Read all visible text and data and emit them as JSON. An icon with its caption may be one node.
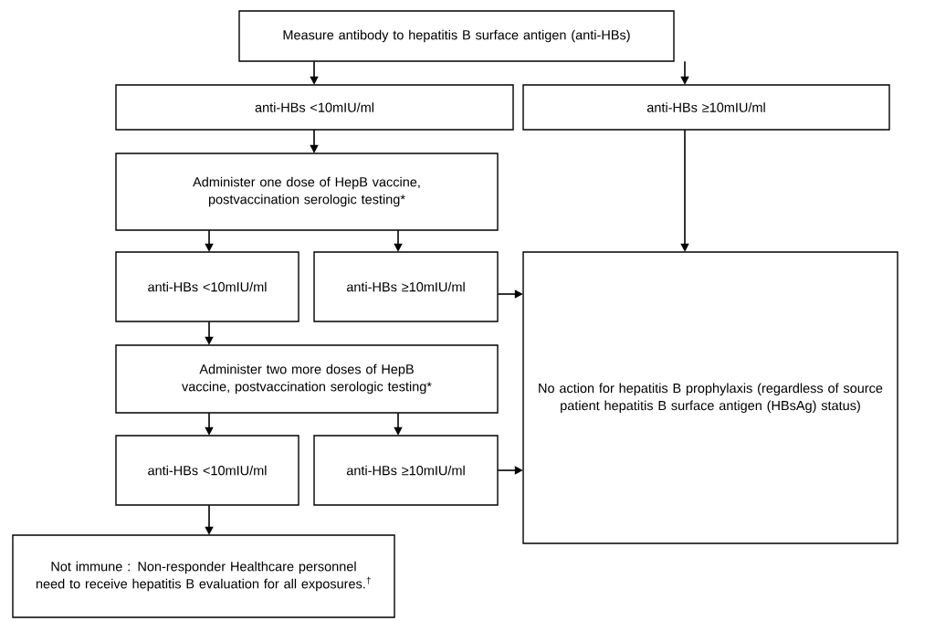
{
  "diagram": {
    "nodes": [
      {
        "text": [
          "Measure antibody to hepatitis B surface antigen (anti-HBs)"
        ]
      },
      {
        "text": [
          "anti-HBs <10mIU/ml"
        ]
      },
      {
        "text": [
          "anti-HBs ≥10mIU/ml"
        ]
      },
      {
        "text": [
          "Administer one dose of HepB vaccine, postvaccination serologic testing*"
        ]
      },
      {
        "text": [
          "anti-HBs <10mIU/ml"
        ]
      },
      {
        "text": [
          "anti-HBs ≥10mIU/ml"
        ]
      },
      {
        "text": [
          "No action for hepatitis B prophylaxis (regardless of source patient hepatitis B surface antigen (HBsAg) status)"
        ]
      },
      {
        "text": [
          "Administer two more doses of HepB vaccine, postvaccination serologic testing*"
        ]
      },
      {
        "text": [
          "anti-HBs <10mIU/ml"
        ]
      },
      {
        "text": [
          "anti-HBs ≥10mIU/ml"
        ]
      },
      {
        "text": [
          "Not immune : Non-responder Healthcare personnel need to receive hepatitis B evaluation for all exposures.$^{†}$"
        ]
      }
    ],
    "edges": [
      {
        "from": 0,
        "to": 1,
        "arrow": "to"
      },
      {
        "from": 0,
        "to": 2,
        "arrow": "to"
      },
      {
        "from": 1,
        "to": 3,
        "arrow": "to"
      },
      {
        "from": 2,
        "to": 6,
        "arrow": "to"
      },
      {
        "from": 3,
        "to": 4,
        "arrow": "to"
      },
      {
        "from": 3,
        "to": 5,
        "arrow": "to"
      },
      {
        "from": 4,
        "to": 7,
        "arrow": "to"
      },
      {
        "from": 5,
        "to": 6,
        "arrow": "to"
      },
      {
        "from": 7,
        "to": 8,
        "arrow": "to"
      },
      {
        "from": 7,
        "to": 9,
        "arrow": "to"
      },
      {
        "from": 8,
        "to": 10,
        "arrow": "to"
      },
      {
        "from": 9,
        "to": 6,
        "arrow": "to"
      }
    ]
  }
}
